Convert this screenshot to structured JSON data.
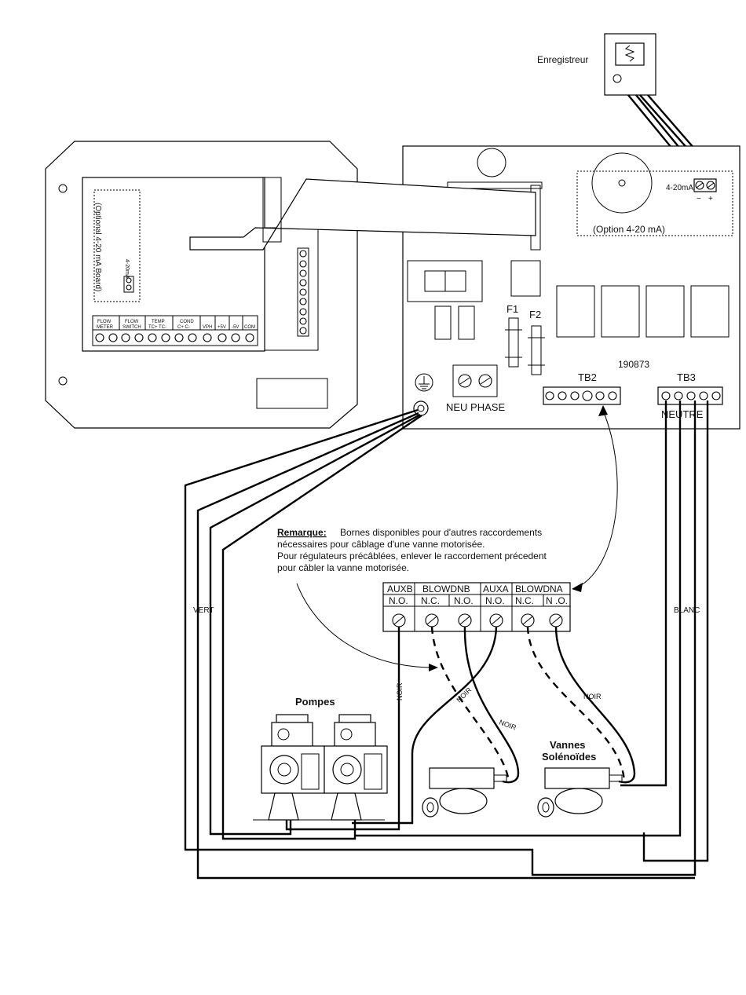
{
  "recorder": {
    "label": "Enregistreur"
  },
  "option_board": {
    "signal_label": "4-20mA",
    "minus": "−",
    "plus": "+",
    "caption": "(Option 4-20 mA)"
  },
  "left_board": {
    "optional_label": "(Optional 4-20 mA Board)",
    "signal_label": "4-20mA",
    "terminal_groups": [
      {
        "top": "FLOW",
        "bottom": "METER"
      },
      {
        "top": "FLOW",
        "bottom": "SWITCH"
      },
      {
        "top": "TEMP",
        "bottom": "TC+  TC-"
      },
      {
        "top": "COND",
        "bottom": "C+   C-"
      },
      {
        "top": "",
        "bottom": "VPH"
      },
      {
        "top": "",
        "bottom": "+5V"
      },
      {
        "top": "",
        "bottom": "-5V"
      },
      {
        "top": "",
        "bottom": "COM"
      }
    ]
  },
  "main_board": {
    "part_number": "190873",
    "fuse1": "F1",
    "fuse2": "F2",
    "tb2": "TB2",
    "tb3": "TB3",
    "neu_phase": "NEU PHASE",
    "neutre": "NEUTRE"
  },
  "note": {
    "heading": "Remarque:",
    "line1": "Bornes disponibles pour d'autres raccordements",
    "line2": "nécessaires pour câblage d'une vanne motorisée.",
    "line3": "Pour régulateurs précâblées, enlever le raccordement précedent",
    "line4": "pour câbler la vanne motorisée."
  },
  "terminal_block": {
    "columns": [
      {
        "name": "AUXB",
        "contacts": [
          "N.O."
        ]
      },
      {
        "name": "BLOWDNB",
        "contacts": [
          "N.C.",
          "N.O."
        ]
      },
      {
        "name": "AUXA",
        "contacts": [
          "N.O."
        ]
      },
      {
        "name": "BLOWDNA",
        "contacts": [
          "N.C.",
          "N .O."
        ]
      }
    ]
  },
  "wire_labels": {
    "green": "VERT",
    "white": "BLANC",
    "black1": "NOIR",
    "black2": "NOIR",
    "black3": "NOIR",
    "black4": "NOIR"
  },
  "components": {
    "pumps": "Pompes",
    "valves_line1": "Vannes",
    "valves_line2": "Solénoïdes"
  }
}
